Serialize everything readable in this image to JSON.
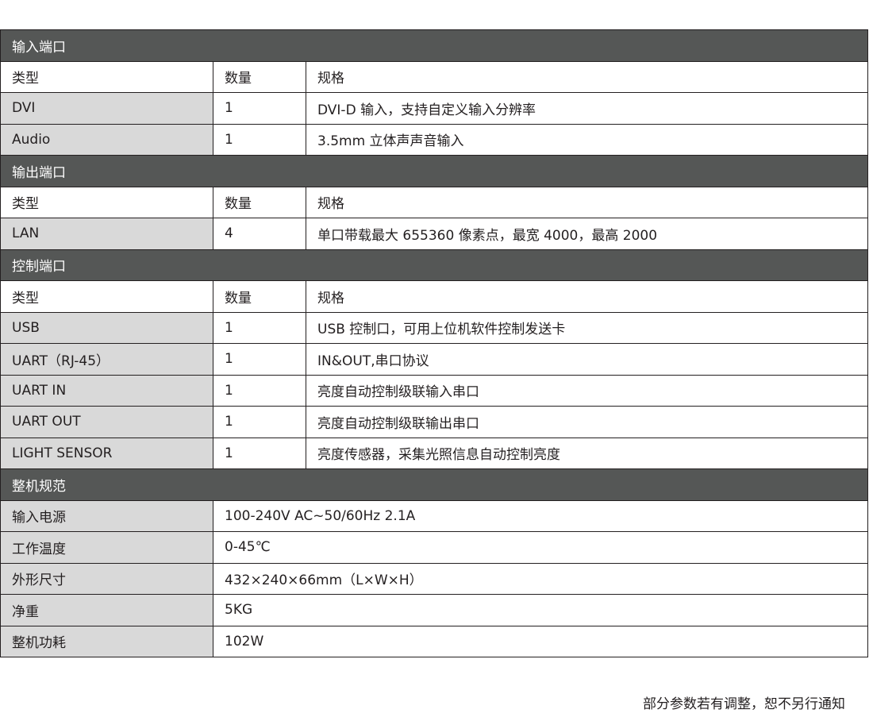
{
  "sections": [
    {
      "title": "输入端口",
      "header": [
        "类型",
        "数量",
        "规格"
      ],
      "rows": [
        [
          "DVI",
          "1",
          "DVI-D 输入，支持自定义输入分辨率"
        ],
        [
          "Audio",
          "1",
          "3.5mm 立体声声音输入"
        ]
      ]
    },
    {
      "title": "输出端口",
      "header": [
        "类型",
        "数量",
        "规格"
      ],
      "rows": [
        [
          "LAN",
          "4",
          "单口带载最大 655360 像素点，最宽 4000，最高 2000"
        ]
      ]
    },
    {
      "title": "控制端口",
      "header": [
        "类型",
        "数量",
        "规格"
      ],
      "rows": [
        [
          "USB",
          "1",
          "USB 控制口，可用上位机软件控制发送卡"
        ],
        [
          "UART（RJ-45）",
          "1",
          "IN&OUT,串口协议"
        ],
        [
          "UART IN",
          "1",
          "亮度自动控制级联输入串口"
        ],
        [
          "UART OUT",
          "1",
          "亮度自动控制级联输出串口"
        ],
        [
          "LIGHT SENSOR",
          "1",
          "亮度传感器，采集光照信息自动控制亮度"
        ]
      ]
    },
    {
      "title": "整机规范",
      "rows": [
        [
          "输入电源",
          "100-240V AC~50/60Hz 2.1A"
        ],
        [
          "工作温度",
          "0-45℃"
        ],
        [
          "外形尺寸",
          "432×240×66mm（L×W×H）"
        ],
        [
          "净重",
          "5KG"
        ],
        [
          "整机功耗",
          "102W"
        ]
      ]
    }
  ],
  "footer": "部分参数若有调整，恕不另行通知"
}
